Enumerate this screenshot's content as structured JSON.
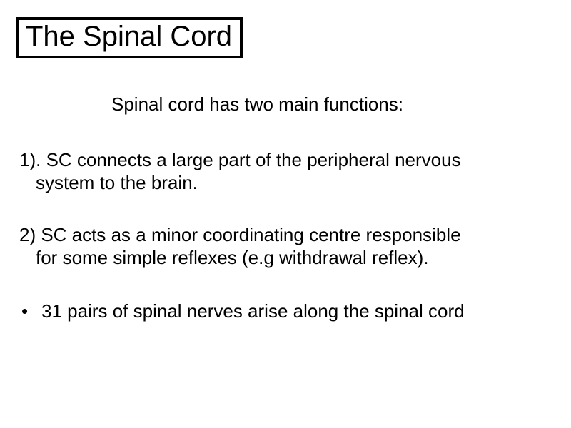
{
  "slide": {
    "title": "The Spinal Cord",
    "intro": "Spinal cord has two main functions:",
    "points": [
      {
        "lines": [
          "1). SC connects a large part of the peripheral nervous",
          "system to the brain."
        ]
      },
      {
        "lines": [
          "2) SC acts as a minor coordinating centre responsible",
          "for some simple reflexes (e.g withdrawal reflex)."
        ]
      }
    ],
    "bullet": {
      "marker": "•",
      "text": "31 pairs of spinal nerves arise along the spinal cord"
    },
    "colors": {
      "text": "#000000",
      "border": "#000000",
      "background": "#ffffff"
    }
  }
}
